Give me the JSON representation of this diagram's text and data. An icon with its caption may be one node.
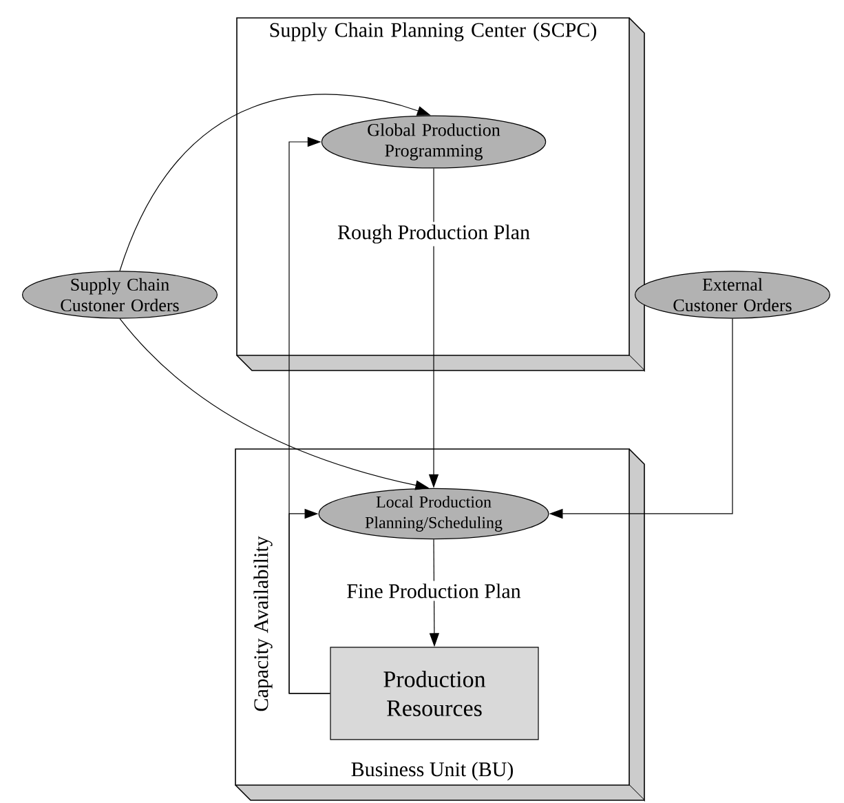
{
  "diagram": {
    "nodes": [
      {
        "text": [
          "Supply Chain Planning Center (SCPC)"
        ]
      },
      {
        "text": [
          "Global Production Programming"
        ],
        "in": 0
      },
      {
        "text": [
          "Supply Chain Custoner Orders"
        ]
      },
      {
        "text": [
          "External Custoner Orders"
        ]
      },
      {
        "text": [
          "Business Unit (BU)"
        ]
      },
      {
        "text": [
          "Local Production Planning/Scheduling"
        ],
        "in": 4
      },
      {
        "text": [
          "Production Resources"
        ],
        "in": 4
      }
    ],
    "edges": [
      {
        "from": 2,
        "to": 1,
        "arrow": "to"
      },
      {
        "from": 2,
        "to": 5,
        "arrow": "to"
      },
      {
        "from": 1,
        "to": 5,
        "arrow": "to",
        "label": "Rough Production Plan"
      },
      {
        "from": 3,
        "to": 5,
        "arrow": "to"
      },
      {
        "from": 5,
        "to": 6,
        "arrow": "to",
        "label": "Fine Production Plan"
      },
      {
        "from": 6,
        "to": 1,
        "arrow": "to"
      },
      {
        "from": 6,
        "to": 5,
        "arrow": "to",
        "label": "Capacity Availability"
      }
    ]
  }
}
